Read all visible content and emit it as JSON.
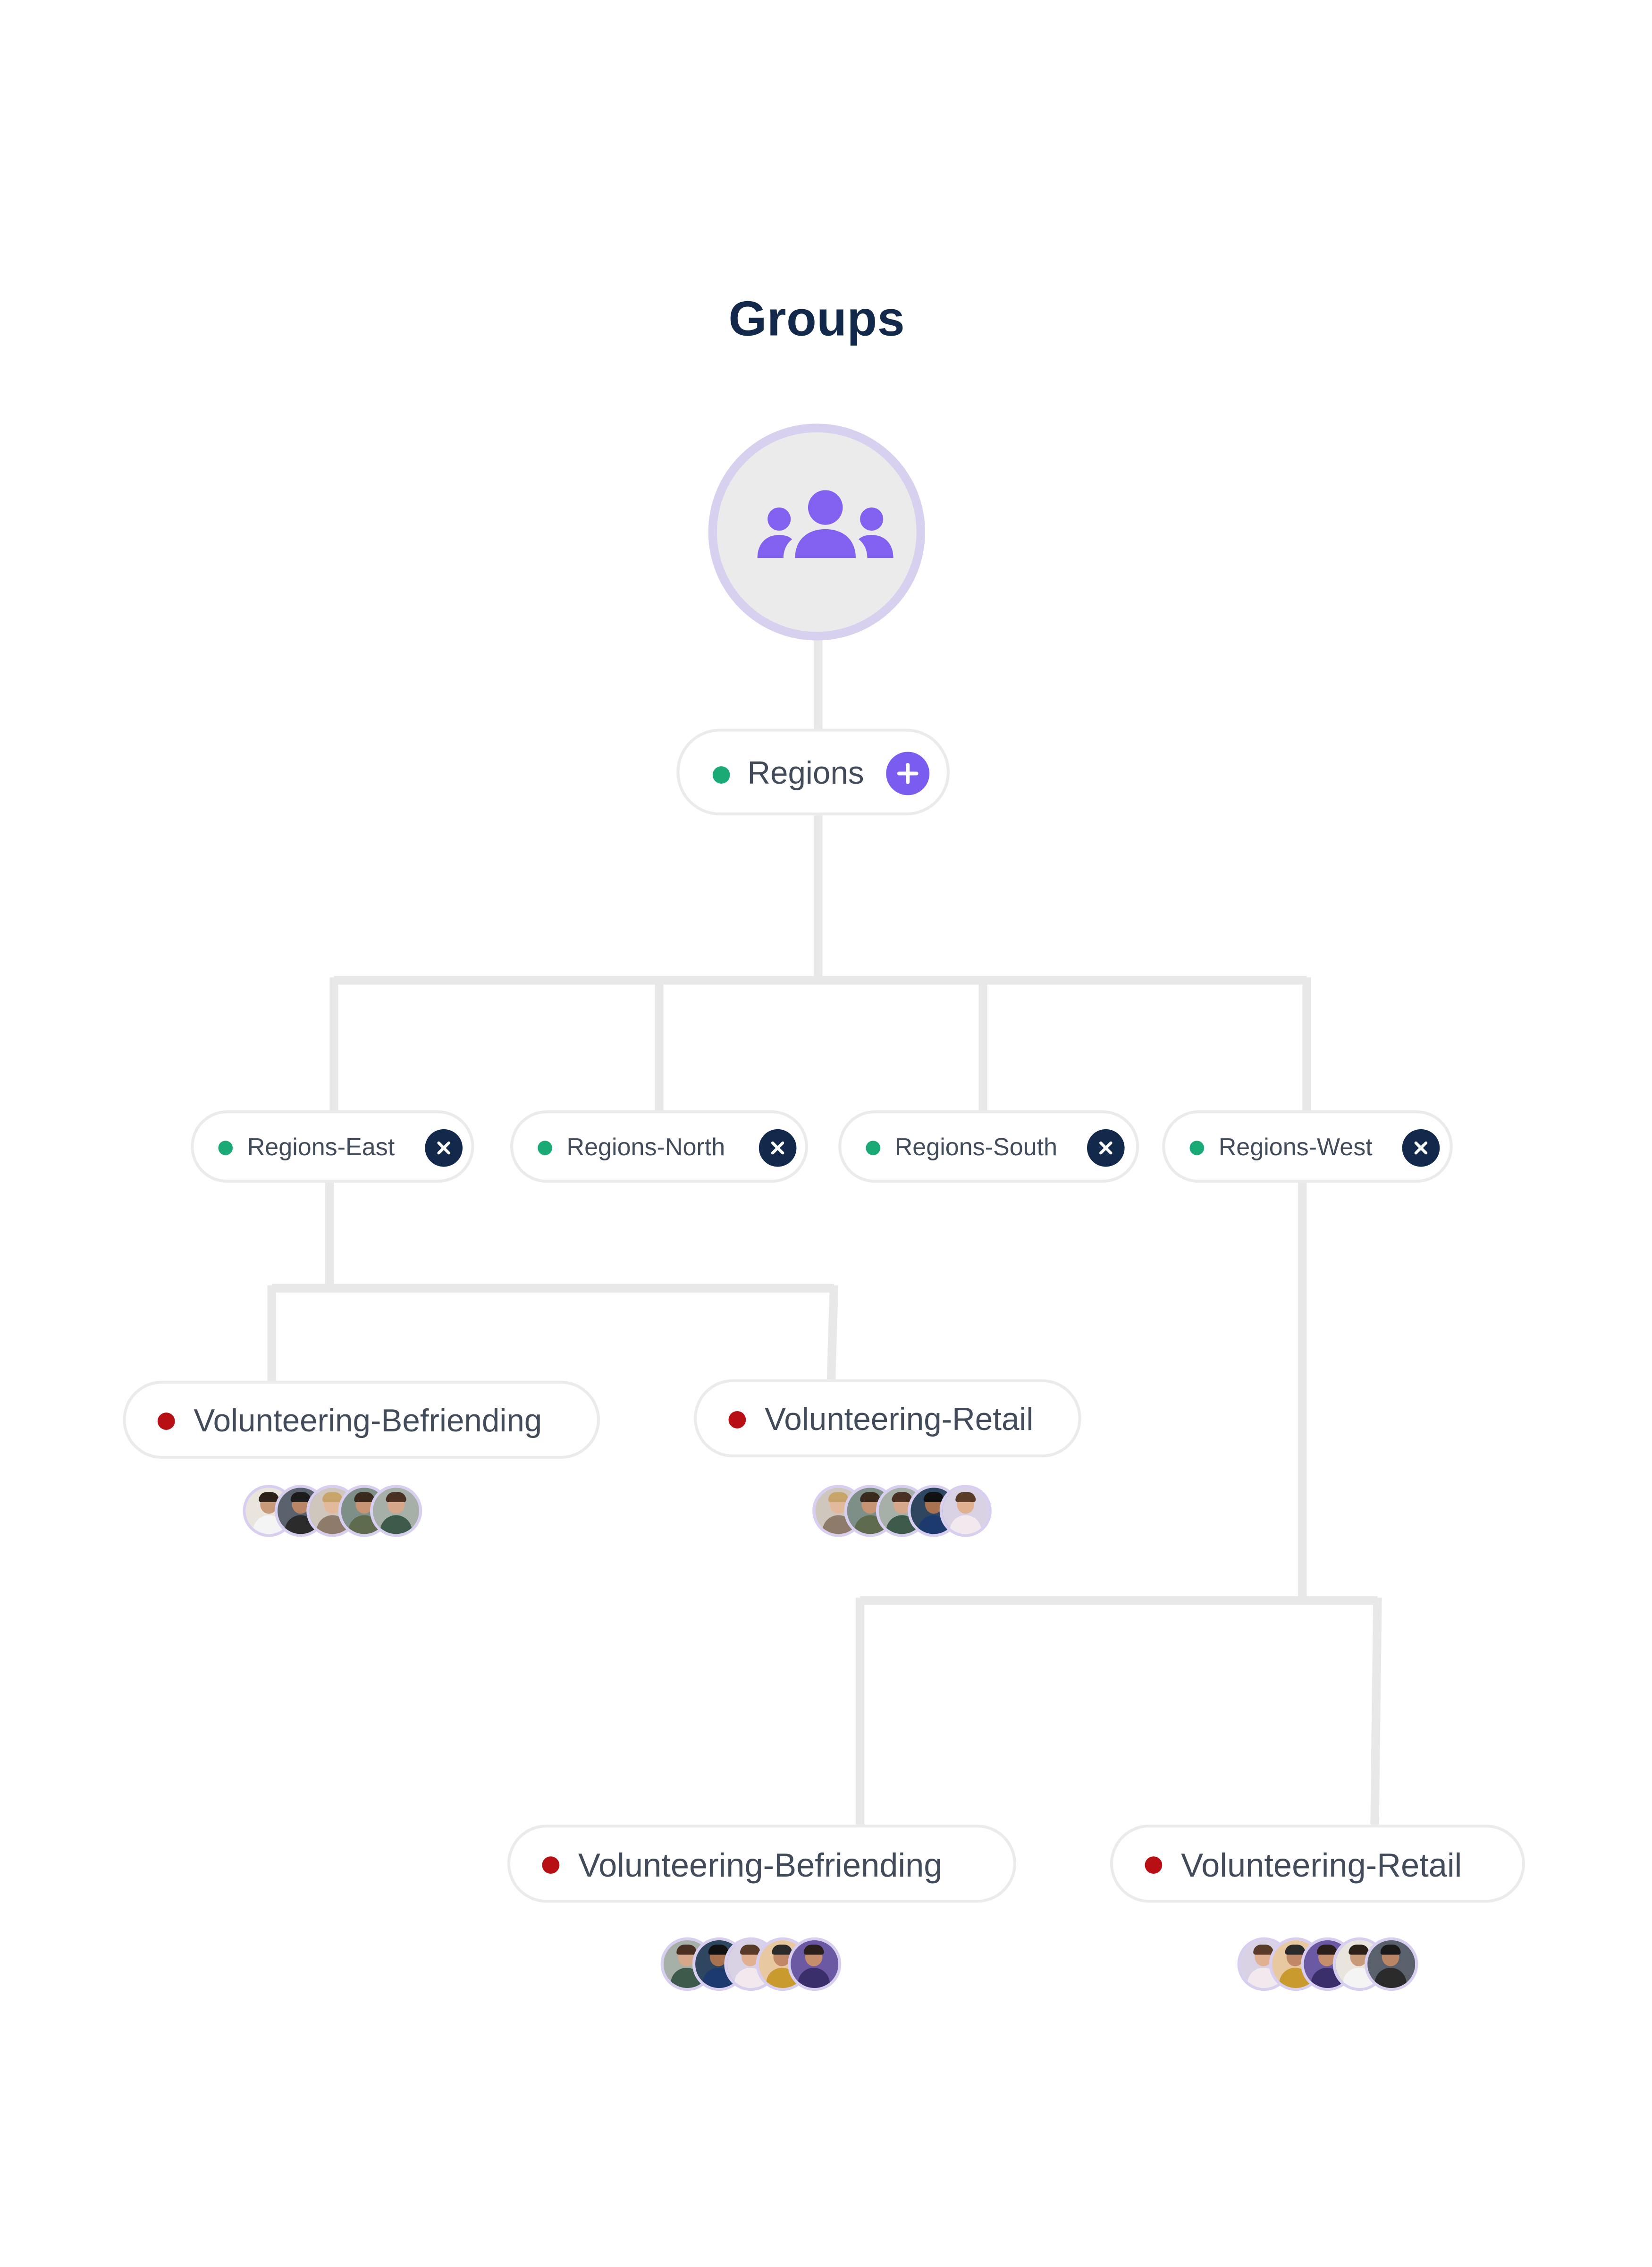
{
  "title": "Groups",
  "root_icon": "group-people-icon",
  "colors": {
    "title": "#13294b",
    "connector": "#e8e8e8",
    "active_dot": "#1aaa75",
    "inactive_dot": "#b80f14",
    "add_button": "#7b5cf0",
    "remove_button": "#13294b",
    "icon": "#8261f0",
    "icon_circle_border": "#d7d0ef"
  },
  "root_node": {
    "label": "Regions",
    "status": "active",
    "action_icon": "plus-icon"
  },
  "regions": [
    {
      "label": "Regions-East",
      "status": "active",
      "action_icon": "close-icon",
      "children": [
        {
          "label": "Volunteering-Befriending",
          "status": "inactive",
          "avatar_count": 5
        },
        {
          "label": "Volunteering-Retail",
          "status": "inactive",
          "avatar_count": 5
        }
      ]
    },
    {
      "label": "Regions-North",
      "status": "active",
      "action_icon": "close-icon",
      "children": []
    },
    {
      "label": "Regions-South",
      "status": "active",
      "action_icon": "close-icon",
      "children": []
    },
    {
      "label": "Regions-West",
      "status": "active",
      "action_icon": "close-icon",
      "children": [
        {
          "label": "Volunteering-Befriending",
          "status": "inactive",
          "avatar_count": 5
        },
        {
          "label": "Volunteering-Retail",
          "status": "inactive",
          "avatar_count": 5
        }
      ]
    }
  ]
}
